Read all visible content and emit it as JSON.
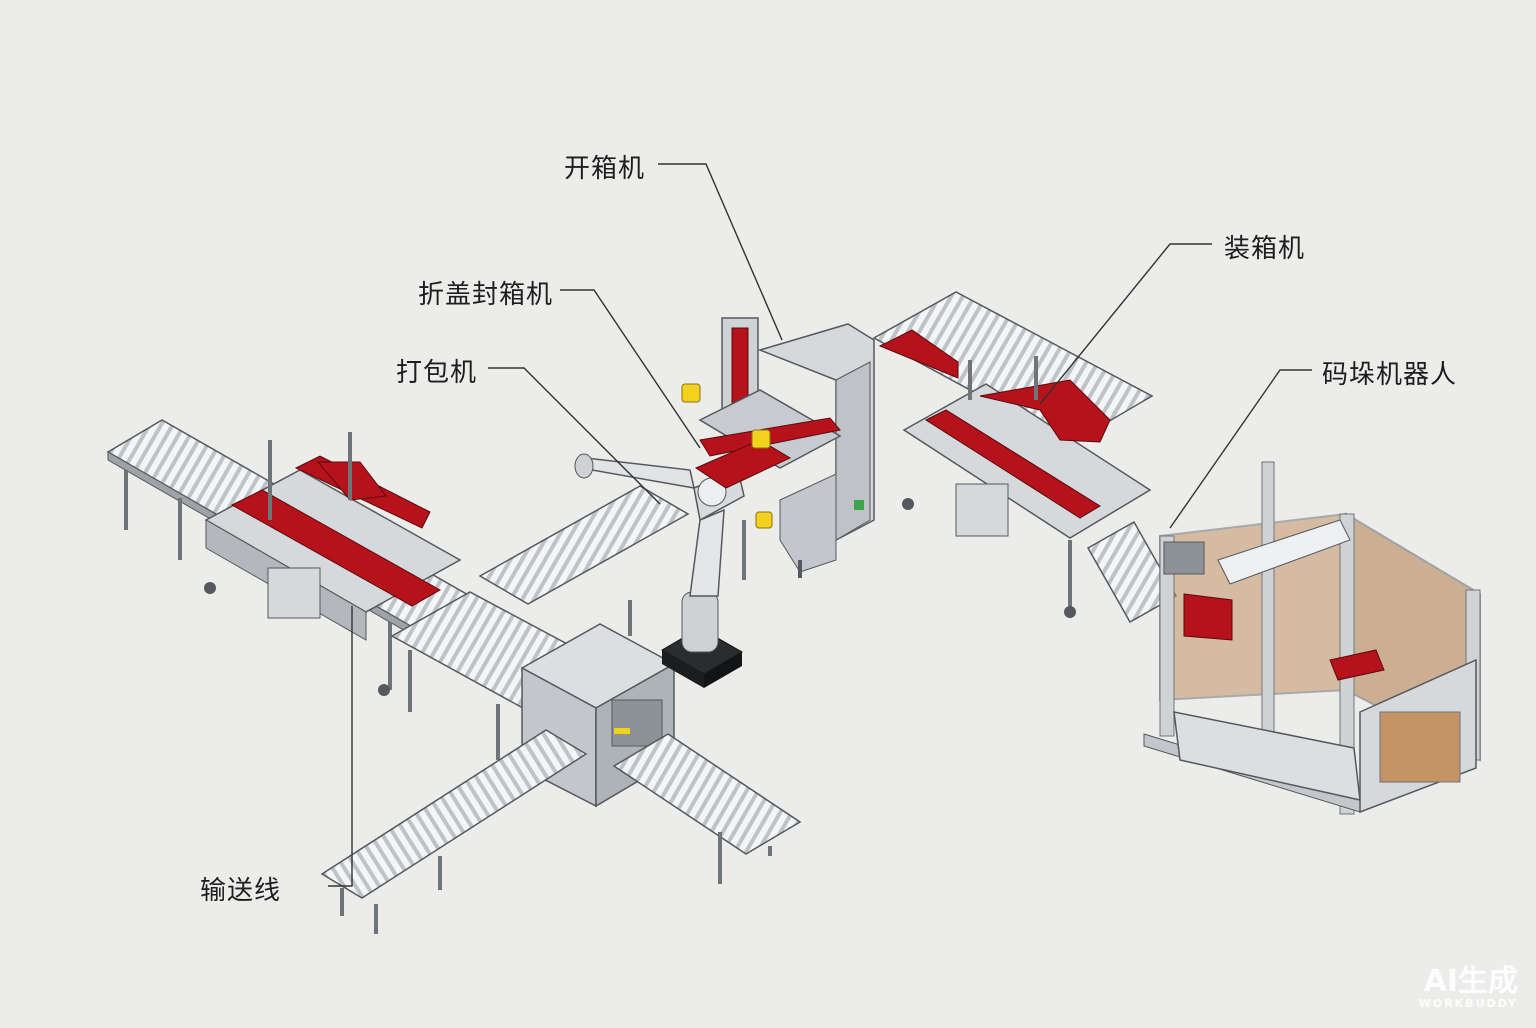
{
  "labels": {
    "carton_erector": "开箱机",
    "case_packer": "装箱机",
    "flap_fold_sealer": "折盖封箱机",
    "strapping_machine": "打包机",
    "palletizing_robot": "码垛机器人",
    "conveyor_line": "输送线"
  },
  "watermark": {
    "line1": "AI生成",
    "line2": "WORKBUDDY"
  },
  "colors": {
    "background": "#ececea",
    "frame": "#c9ccd0",
    "frame_dark": "#6f7478",
    "accent_red": "#b5121b",
    "accent_yellow": "#f2d21c",
    "panel_amber": "#b8855a",
    "leader_line": "#333333"
  }
}
